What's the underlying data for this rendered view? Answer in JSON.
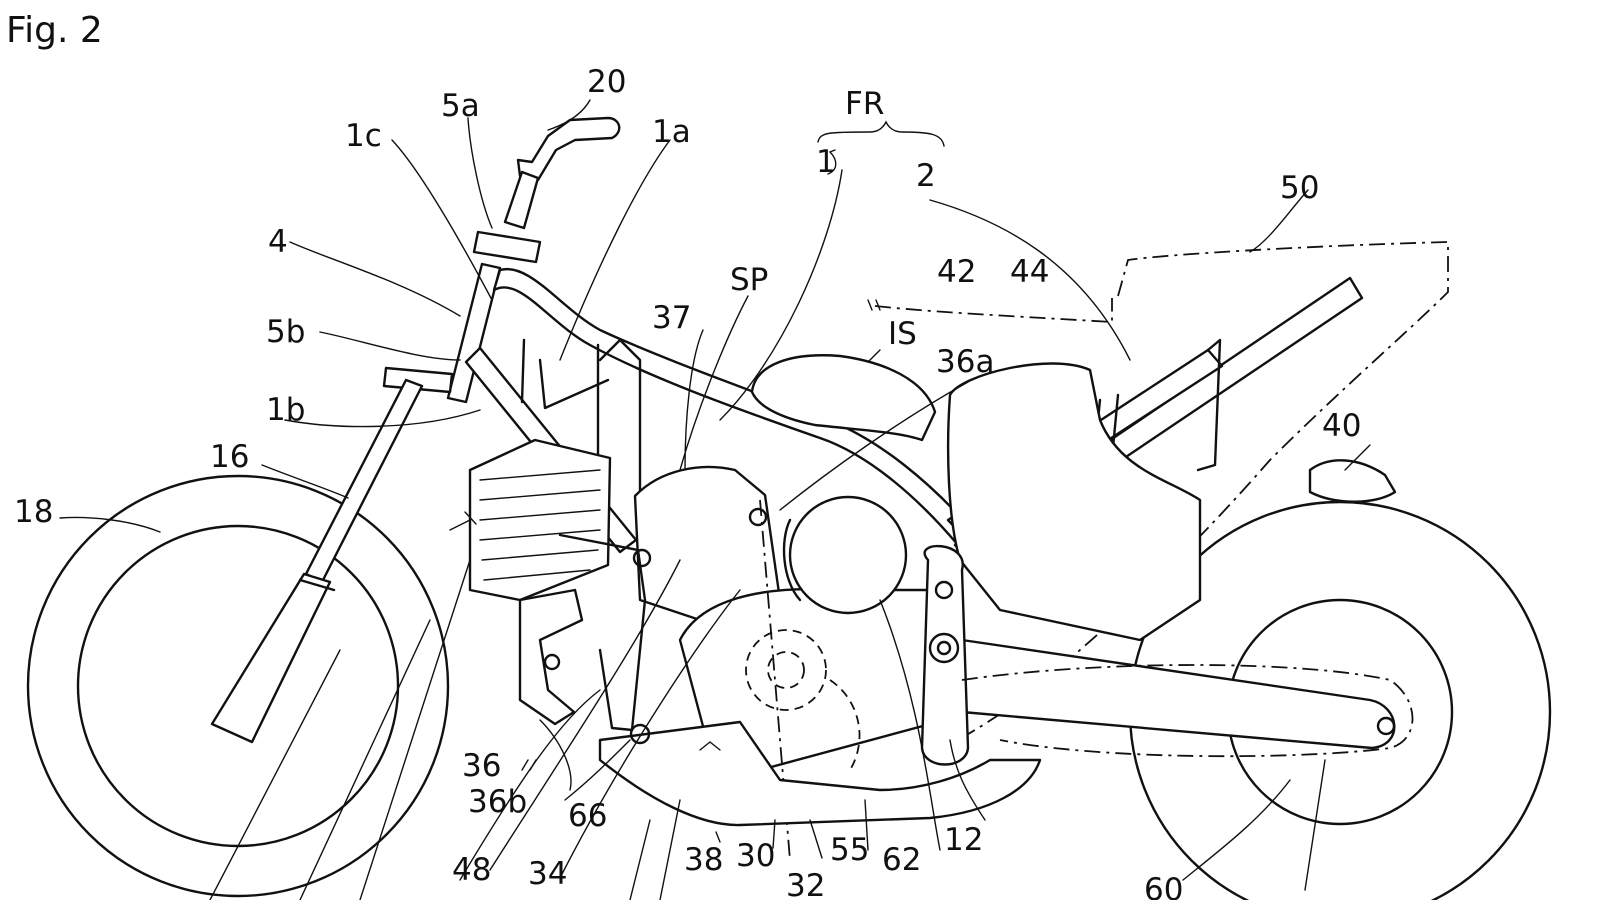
{
  "figure": {
    "title": "Fig. 2"
  },
  "labels": {
    "l20": "20",
    "l5a": "5a",
    "l1c": "1c",
    "l1a": "1a",
    "lFR": "FR",
    "l1": "1",
    "l2": "2",
    "l50": "50",
    "l4": "4",
    "lSP": "SP",
    "l42": "42",
    "l44": "44",
    "l37": "37",
    "lIS": "IS",
    "l36a": "36a",
    "l5b": "5b",
    "l1b": "1b",
    "l16": "16",
    "l40": "40",
    "l18": "18",
    "l36": "36",
    "l36b": "36b",
    "l66": "66",
    "l48": "48",
    "l34": "34",
    "l38": "38",
    "l30": "30",
    "l32": "32",
    "l55": "55",
    "l62": "62",
    "l12": "12",
    "l60": "60"
  },
  "colors": {
    "ink": "#111111",
    "paper": "#ffffff"
  }
}
